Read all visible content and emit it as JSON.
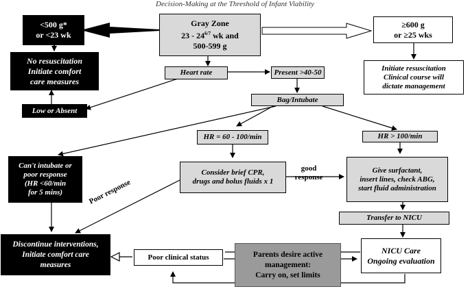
{
  "title": "Decision-Making at the Threshold of Infant Viability",
  "nodes": {
    "under500": {
      "line1": "<500 g*",
      "line2": "or <23 wk"
    },
    "grayzone": {
      "line1": "Gray Zone",
      "line2": "23 - 24",
      "line2_sup": "6/7",
      "line2_tail": " wk and",
      "line3": "500-599 g"
    },
    "over600": {
      "line1": "≥600 g",
      "line2": "or ≥25 wks"
    },
    "no_resus": {
      "line1": "No resuscitation",
      "line2": "Initiate comfort",
      "line3": "care measures"
    },
    "initiate_resus": {
      "line1": "Initiate resuscitation",
      "line2": "Clinical course will",
      "line3": "dictate management"
    },
    "heart_rate": {
      "text": "Heart rate"
    },
    "present": {
      "text": "Present >40-50"
    },
    "bag": {
      "text": "Bag/Intubate"
    },
    "low_absent": {
      "text": "Low or Absent"
    },
    "hr_60_100": {
      "text": "HR = 60 - 100/min"
    },
    "hr_over100": {
      "text": "HR > 100/min"
    },
    "cant_intubate": {
      "line1": "Can't intubate or",
      "line2": "poor response",
      "line3": "(HR <60/min",
      "line4": "for 5 mins)"
    },
    "cpr": {
      "line1": "Consider brief CPR,",
      "line2": "drugs and bolus fluids x 1"
    },
    "surfactant": {
      "line1": "Give surfactant,",
      "line2": "insert lines, check ABG,",
      "line3": "start fluid administration"
    },
    "transfer": {
      "text": "Transfer to NICU"
    },
    "discontinue": {
      "line1": "Discontinue interventions,",
      "line2": "Initiate comfort care",
      "line3": "measures"
    },
    "poor_clinical": {
      "text": "Poor clinical status"
    },
    "parents": {
      "line1": "Parents desire active",
      "line2": "management:",
      "line3": "Carry on, set limits"
    },
    "nicu_care": {
      "line1": "NICU Care",
      "line2": "Ongoing evaluation"
    }
  },
  "labels": {
    "good_response": {
      "line1": "good",
      "line2": "response"
    },
    "poor_response": "Poor response"
  },
  "colors": {
    "black_box": "#000000",
    "gray_box": "#d9d9d9",
    "dark_box": "#9a9a9a",
    "line": "#000000"
  }
}
